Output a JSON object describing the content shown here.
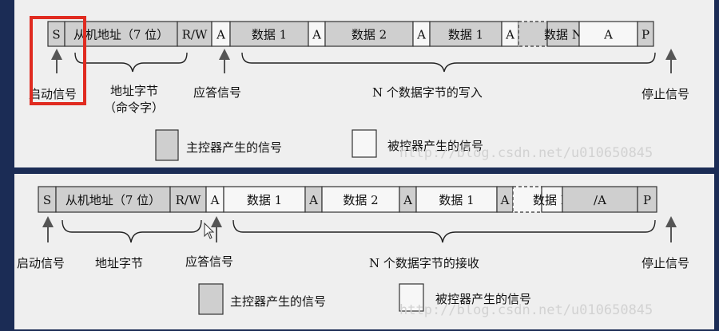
{
  "frames": [
    {
      "cells": [
        {
          "text": "S",
          "fill": "grey"
        },
        {
          "text": "从机地址（7 位）",
          "fill": "grey"
        },
        {
          "text": "R/W",
          "fill": "grey"
        },
        {
          "text": "A",
          "fill": "white"
        },
        {
          "text": "数据 1",
          "fill": "grey"
        },
        {
          "text": "A",
          "fill": "white"
        },
        {
          "text": "数据 2",
          "fill": "grey"
        },
        {
          "text": "A",
          "fill": "white"
        },
        {
          "text": "数据 1",
          "fill": "grey"
        },
        {
          "text": "A",
          "fill": "white"
        },
        {
          "text": "",
          "fill": "grey",
          "dashed": true
        },
        {
          "text": "数据 N",
          "fill": "grey"
        },
        {
          "text": "A",
          "fill": "white"
        },
        {
          "text": "P",
          "fill": "grey"
        }
      ],
      "labels": {
        "start": "启动信号",
        "address_line1": "地址字节",
        "address_line2": "（命令字）",
        "ack": "应答信号",
        "data": "N 个数据字节的写入",
        "stop": "停止信号"
      },
      "legend": {
        "master": "主控器产生的信号",
        "slave": "被控器产生的信号"
      }
    },
    {
      "cells": [
        {
          "text": "S",
          "fill": "grey"
        },
        {
          "text": "从机地址（7 位）",
          "fill": "grey"
        },
        {
          "text": "R/W",
          "fill": "grey"
        },
        {
          "text": "A",
          "fill": "white"
        },
        {
          "text": "数据 1",
          "fill": "white"
        },
        {
          "text": "A",
          "fill": "grey"
        },
        {
          "text": "数据 2",
          "fill": "white"
        },
        {
          "text": "A",
          "fill": "grey"
        },
        {
          "text": "数据 1",
          "fill": "white"
        },
        {
          "text": "A",
          "fill": "grey"
        },
        {
          "text": "",
          "fill": "white",
          "dashed": true
        },
        {
          "text": "数据 N",
          "fill": "white"
        },
        {
          "text": "/A",
          "fill": "grey"
        },
        {
          "text": "P",
          "fill": "grey"
        }
      ],
      "labels": {
        "start": "启动信号",
        "address": "地址字节",
        "ack": "应答信号",
        "data": "N 个数据字节的接收",
        "stop": "停止信号"
      },
      "legend": {
        "master": "主控器产生的信号",
        "slave": "被控器产生的信号"
      }
    }
  ],
  "watermark": "http://blog.csdn.net/u010650845",
  "colors": {
    "grey": "#cfcfcf",
    "white": "#f7f7f7",
    "highlight": "#e02b20",
    "panel": "#efefef",
    "background": "#1b2c55"
  }
}
